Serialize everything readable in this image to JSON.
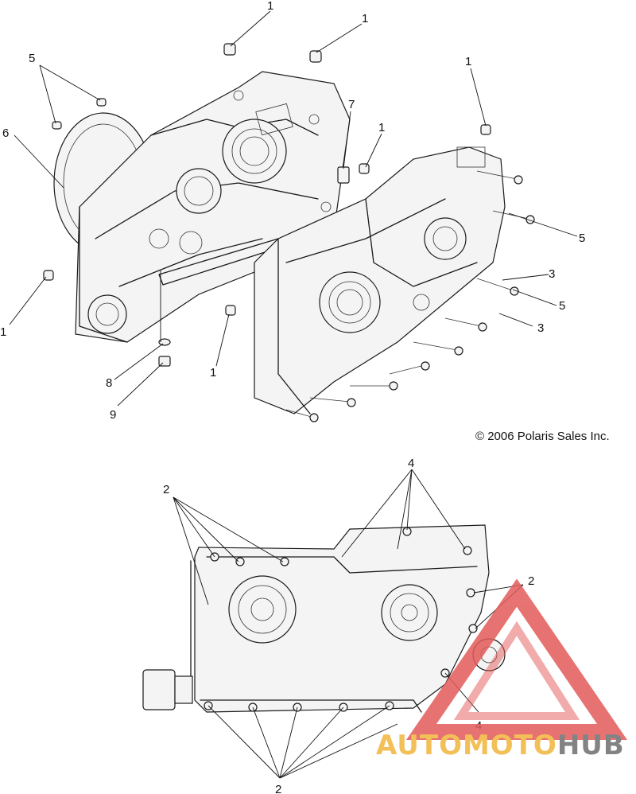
{
  "copyright": "© 2006 Polaris Sales Inc.",
  "callouts": {
    "c1a": "1",
    "c1b": "1",
    "c1c": "1",
    "c1d": "1",
    "c1e": "1",
    "c1f": "1",
    "c5a": "5",
    "c5b": "5",
    "c5c": "5",
    "c6": "6",
    "c7": "7",
    "c8": "8",
    "c9": "9",
    "c3a": "3",
    "c3b": "3",
    "c2a": "2",
    "c2b": "2",
    "c2c": "2",
    "c4a": "4",
    "c4b": "4"
  },
  "watermark": {
    "part1": "AUTOMOTO",
    "part2": "HUB",
    "colors": {
      "brand_red": "#e35a5a",
      "brand_orange": "#f2b43a",
      "brand_gray": "#6e6e6e"
    }
  }
}
